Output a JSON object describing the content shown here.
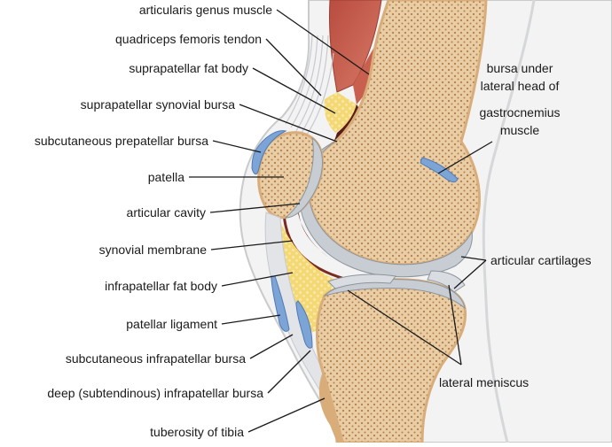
{
  "labels": {
    "articularis_genus_muscle": "articularis genus muscle",
    "quadriceps_femoris_tendon": "quadriceps femoris tendon",
    "suprapatellar_fat_body": "suprapatellar fat body",
    "suprapatellar_synovial_bursa": "suprapatellar synovial bursa",
    "subcutaneous_prepatellar_bursa": "subcutaneous prepatellar bursa",
    "patella": "patella",
    "articular_cavity": "articular cavity",
    "synovial_membrane": "synovial membrane",
    "infrapatellar_fat_body": "infrapatellar fat body",
    "patellar_ligament": "patellar ligament",
    "subcutaneous_infrapatellar_bursa": "subcutaneous infrapatellar bursa",
    "deep_infrapatellar_bursa": "deep (subtendinous) infrapatellar bursa",
    "tuberosity_of_tibia": "tuberosity of tibia",
    "bursa_lateral_head_line1": "bursa under",
    "bursa_lateral_head_line2": "lateral head of",
    "bursa_lateral_head_line3": "gastrocnemius",
    "bursa_lateral_head_line4": "muscle",
    "articular_cartilages": "articular cartilages",
    "lateral_meniscus": "lateral meniscus"
  },
  "colors": {
    "skin": "#f3f3f4",
    "skin_edge": "#c9cacc",
    "bone": "#e7c9a0",
    "bone_dots": "#b07e4c",
    "cortex": "#d9ad79",
    "cartilage": "#c8cdd3",
    "muscle": "#c25a4c",
    "fat": "#f3d36c",
    "bursa": "#7da4d6",
    "cavity": "#5a1c16",
    "tendon": "#e2e4e8"
  }
}
